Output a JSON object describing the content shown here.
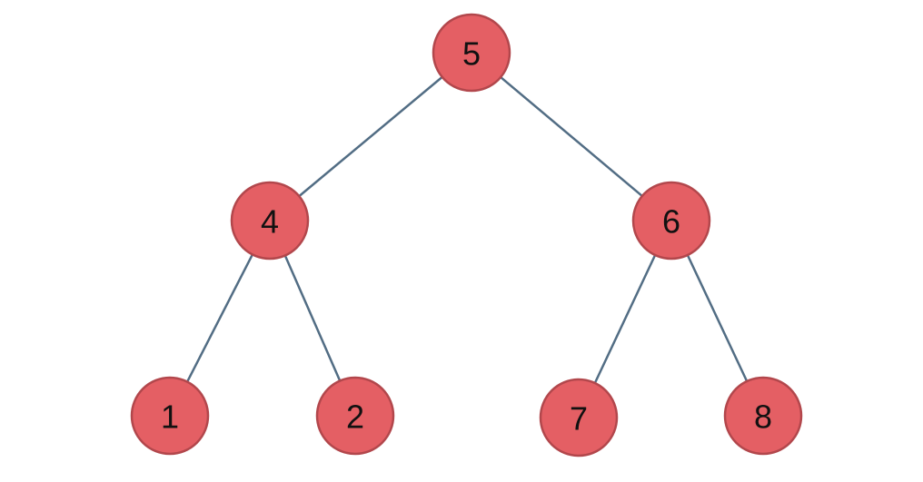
{
  "diagram": {
    "type": "binary-tree",
    "colors": {
      "node_fill": "#e45f64",
      "node_stroke": "#b2474c",
      "edge": "#526d84",
      "label": "#111111"
    },
    "nodes": [
      {
        "id": "n5",
        "label": "5"
      },
      {
        "id": "n4",
        "label": "4"
      },
      {
        "id": "n6",
        "label": "6"
      },
      {
        "id": "n1",
        "label": "1"
      },
      {
        "id": "n2",
        "label": "2"
      },
      {
        "id": "n7",
        "label": "7"
      },
      {
        "id": "n8",
        "label": "8"
      }
    ],
    "edges": [
      {
        "from": "n5",
        "to": "n4"
      },
      {
        "from": "n5",
        "to": "n6"
      },
      {
        "from": "n4",
        "to": "n1"
      },
      {
        "from": "n4",
        "to": "n2"
      },
      {
        "from": "n6",
        "to": "n7"
      },
      {
        "from": "n6",
        "to": "n8"
      }
    ]
  }
}
